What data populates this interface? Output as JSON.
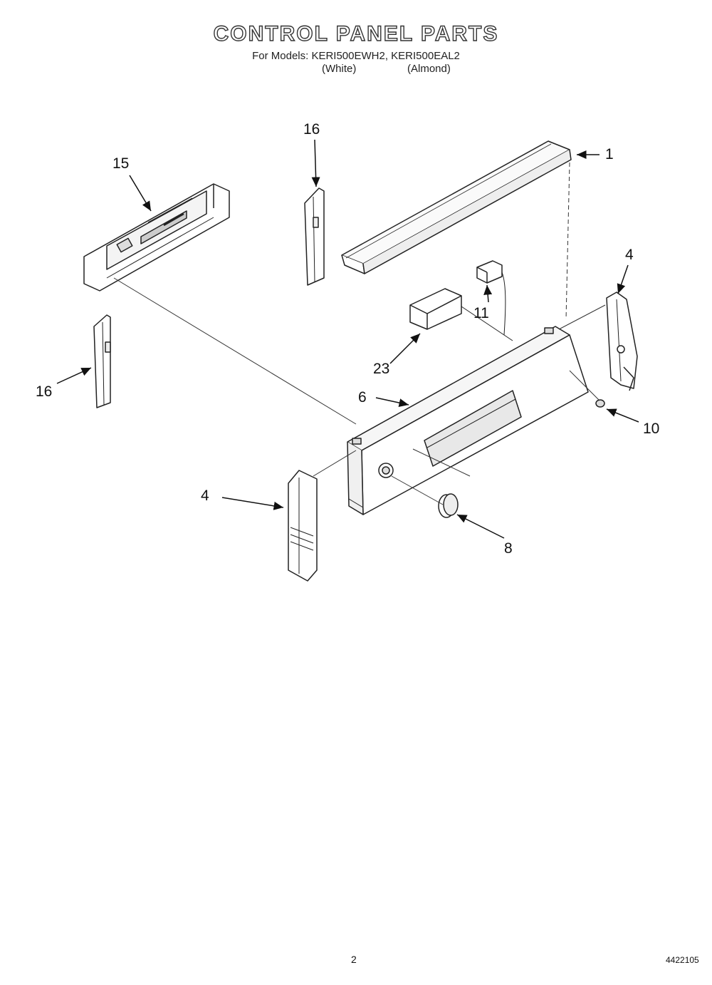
{
  "header": {
    "title": "CONTROL PANEL PARTS",
    "models": "For Models: KERI500EWH2, KERI500EAL2",
    "color_white": "(White)",
    "color_almond": "(Almond)"
  },
  "callouts": {
    "c1": "1",
    "c4_right": "4",
    "c4_left": "4",
    "c6": "6",
    "c8": "8",
    "c10": "10",
    "c11": "11",
    "c15": "15",
    "c16_top": "16",
    "c16_left": "16",
    "c23": "23"
  },
  "footer": {
    "page_number": "2",
    "doc_code": "4422105"
  }
}
